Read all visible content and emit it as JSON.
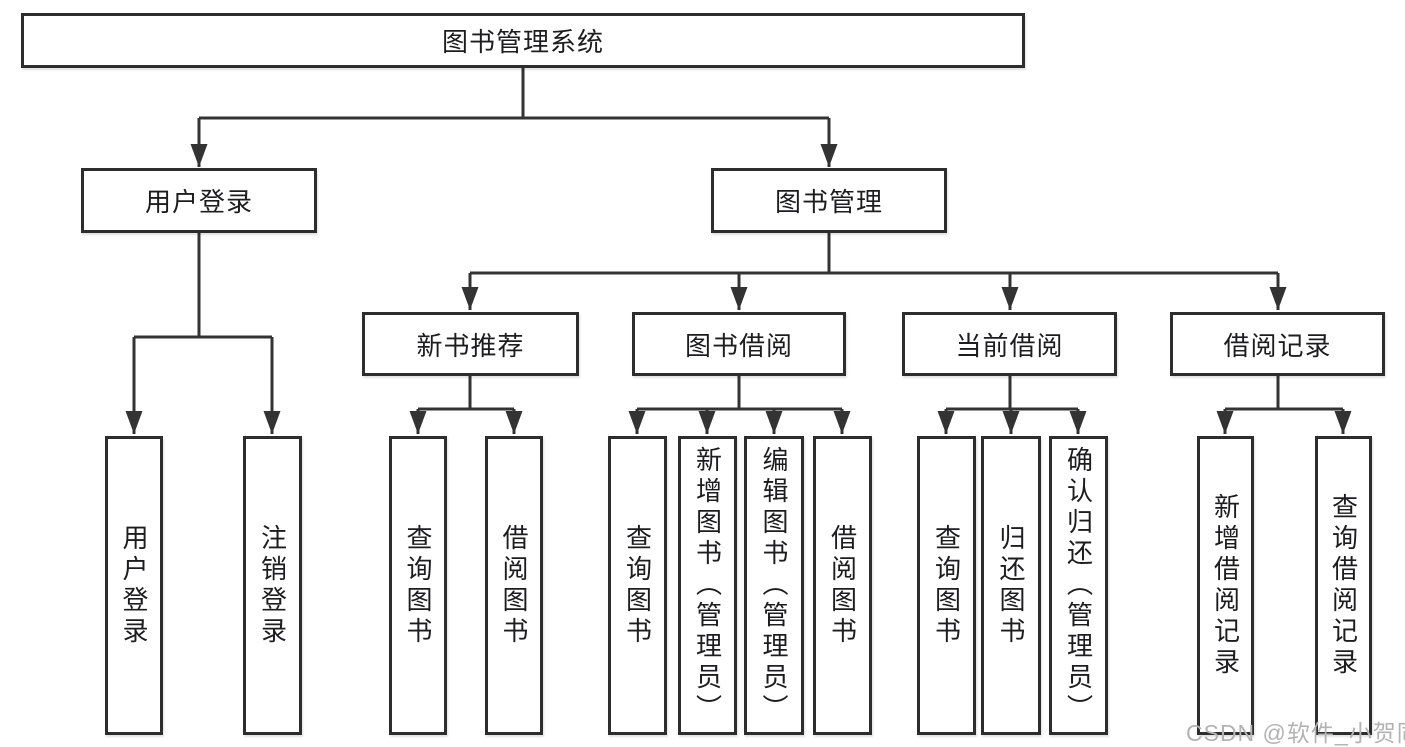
{
  "diagram": {
    "type": "hierarchy-tree",
    "watermark": "CSDN @软件_小贺同学",
    "colors": {
      "line": "#333333",
      "border": "#2d2d2d",
      "text": "#1d1d1f",
      "watermark": "#b3b3b3",
      "background": "#ffffff"
    },
    "nodes": {
      "root": {
        "label": "图书管理系统"
      },
      "user_login": {
        "label": "用户登录"
      },
      "book_management": {
        "label": "图书管理"
      },
      "new_book_recommend": {
        "label": "新书推荐"
      },
      "book_borrowing": {
        "label": "图书借阅"
      },
      "current_borrowing": {
        "label": "当前借阅"
      },
      "borrowing_records": {
        "label": "借阅记录"
      },
      "leaf_user_login": {
        "label": "用户登录"
      },
      "leaf_logout": {
        "label": "注销登录"
      },
      "recommend_query_books": {
        "label": "查询图书"
      },
      "recommend_borrow_books": {
        "label": "借阅图书"
      },
      "borrow_query_books": {
        "label": "查询图书"
      },
      "borrow_add_books": {
        "label": "新增图书（管理员）"
      },
      "borrow_edit_books": {
        "label": "编辑图书（管理员）"
      },
      "borrow_borrow_books": {
        "label": "借阅图书"
      },
      "current_query_books": {
        "label": "查询图书"
      },
      "current_return_books": {
        "label": "归还图书"
      },
      "current_confirm_return": {
        "label": "确认归还（管理员）"
      },
      "records_add_record": {
        "label": "新增借阅记录"
      },
      "records_query_record": {
        "label": "查询借阅记录"
      }
    },
    "tree": {
      "图书管理系统": {
        "用户登录": [
          "用户登录",
          "注销登录"
        ],
        "图书管理": {
          "新书推荐": [
            "查询图书",
            "借阅图书"
          ],
          "图书借阅": [
            "查询图书",
            "新增图书（管理员）",
            "编辑图书（管理员）",
            "借阅图书"
          ],
          "当前借阅": [
            "查询图书",
            "归还图书",
            "确认归还（管理员）"
          ],
          "借阅记录": [
            "新增借阅记录",
            "查询借阅记录"
          ]
        }
      }
    }
  }
}
